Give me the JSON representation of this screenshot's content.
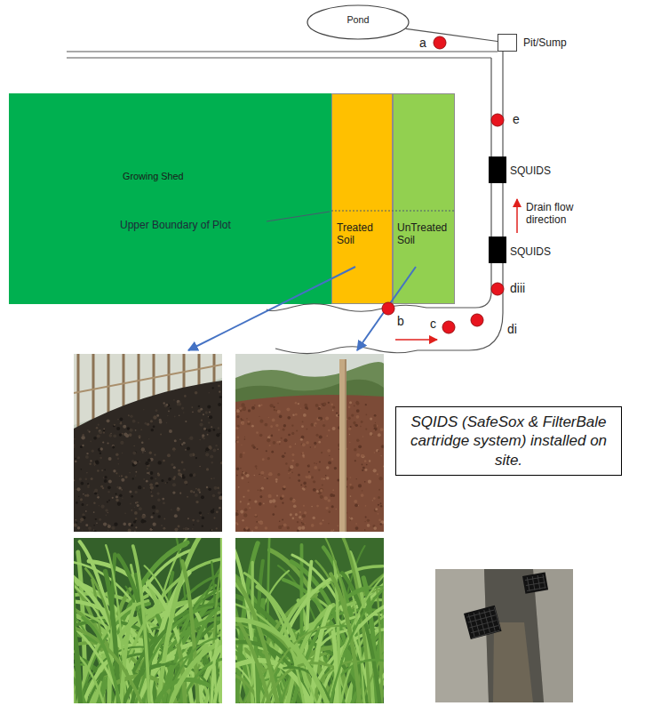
{
  "diagram": {
    "nodes": [
      {
        "text": [
          "Pond"
        ]
      },
      {
        "text": [
          "Pit/Sump"
        ]
      },
      {
        "text": [
          "Growing Shed"
        ]
      },
      {
        "text": [
          "Treated Soil"
        ]
      },
      {
        "text": [
          "UnTreated Soil"
        ]
      },
      {
        "text": [
          "SQIDS (SafeSox & FilterBale cartridge system) installed on site."
        ]
      }
    ],
    "edges": [
      {
        "from": 0,
        "to": 1,
        "arrow": "none"
      }
    ],
    "labels": [
      "a",
      "e",
      "SQUIDS",
      "Drain flow direction",
      "Upper Boundary of Plot",
      "SQUIDS",
      "diii",
      "b",
      "c",
      "di"
    ]
  }
}
